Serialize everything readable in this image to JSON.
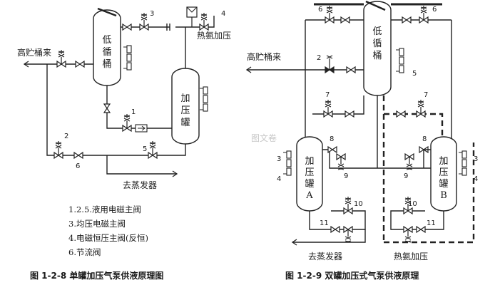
{
  "figure_left": {
    "tanks": {
      "low_circ_line1": "低",
      "low_circ_line2": "循",
      "low_circ_line3": "桶",
      "press_line1": "加",
      "press_line2": "压",
      "press_line3": "罐"
    },
    "inlet_label": "高贮桶来",
    "hot_ammonia_label": "热氨加压",
    "outlet_label": "去蒸发器",
    "valve_numbers": [
      "1",
      "2",
      "3",
      "4",
      "5",
      "6"
    ],
    "legend": [
      "1.2.5.液用电磁主阀",
      "3.均压电磁主阀",
      "4.电磁恒压主阀(反恒)",
      "6.节流阀"
    ],
    "caption": "图 1-2-8   单罐加压气泵供液原理图"
  },
  "figure_right": {
    "tanks": {
      "low_circ_line1": "低",
      "low_circ_line2": "循",
      "low_circ_line3": "桶",
      "tank_a_line1": "加",
      "tank_a_line2": "压",
      "tank_a_line3": "罐",
      "tank_a_line4": "A",
      "tank_b_line1": "加",
      "tank_b_line2": "压",
      "tank_b_line3": "罐",
      "tank_b_line4": "B"
    },
    "inlet_label": "高贮桶来",
    "outlet_label": "去蒸发器",
    "hot_ammonia_label": "热氨加压",
    "valve_numbers": [
      "2",
      "3",
      "4",
      "5",
      "6",
      "7",
      "8",
      "9",
      "10",
      "11"
    ],
    "caption": "图 1-2-9   双罐加压式气泵供液原理"
  },
  "watermark": "图文卷"
}
